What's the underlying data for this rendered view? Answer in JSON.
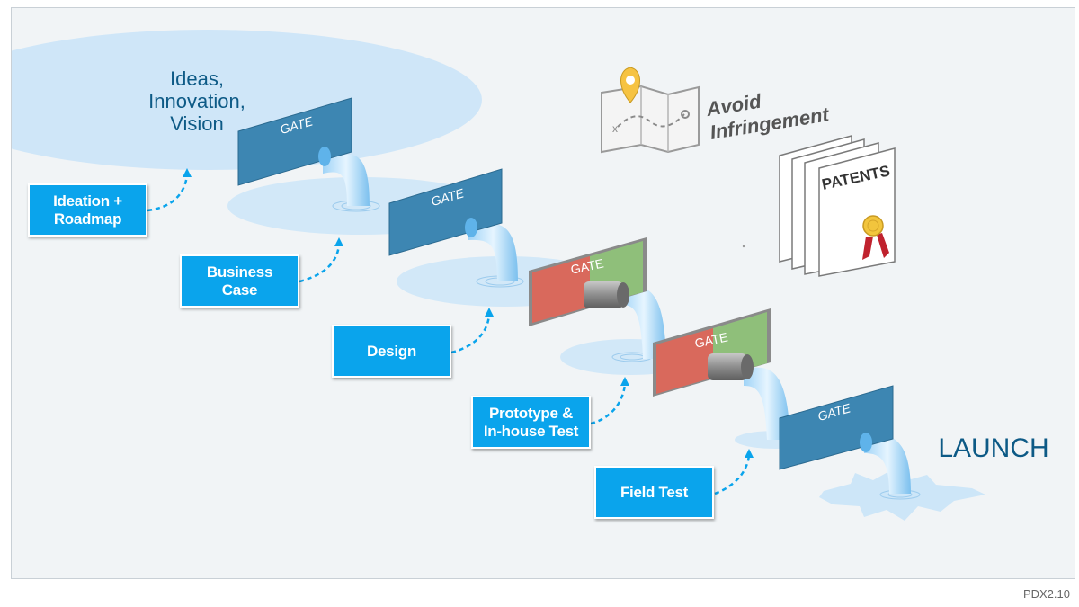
{
  "header": {
    "ideas_line1": "Ideas,",
    "ideas_line2": "Innovation,",
    "ideas_line3": "Vision"
  },
  "steps": [
    {
      "line1": "Ideation +",
      "line2": "Roadmap"
    },
    {
      "line1": "Business",
      "line2": "Case"
    },
    {
      "line1": "Design",
      "line2": ""
    },
    {
      "line1": "Prototype &",
      "line2": "In-house Test"
    },
    {
      "line1": "Field Test",
      "line2": ""
    }
  ],
  "gates": [
    "GATE",
    "GATE",
    "GATE",
    "GATE",
    "GATE"
  ],
  "launch": "LAUNCH",
  "avoid": {
    "line1": "Avoid",
    "line2": "Infringement"
  },
  "patents": "PATENTS",
  "footer": "PDX2.10",
  "colors": {
    "pool": "#cfe6f8",
    "gate_blue": "#3d86b2",
    "gate_red": "#d9695c",
    "gate_green": "#8fbf7a",
    "step_box": "#0aa4ec",
    "label_text": "#0d5a86"
  }
}
